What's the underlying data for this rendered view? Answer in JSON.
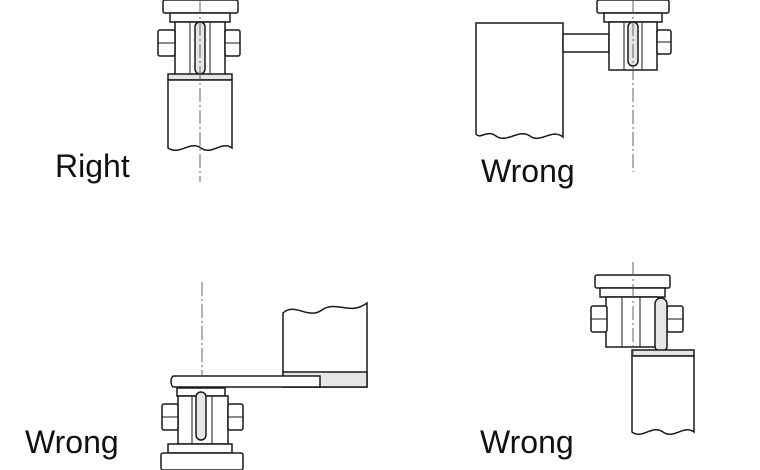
{
  "labels": {
    "top_left": "Right",
    "top_right": "Wrong",
    "bottom_left": "Wrong",
    "bottom_right": "Wrong"
  },
  "colors": {
    "line": "#1a1a1a",
    "shade": "#e6e6e6",
    "background": "#ffffff"
  }
}
